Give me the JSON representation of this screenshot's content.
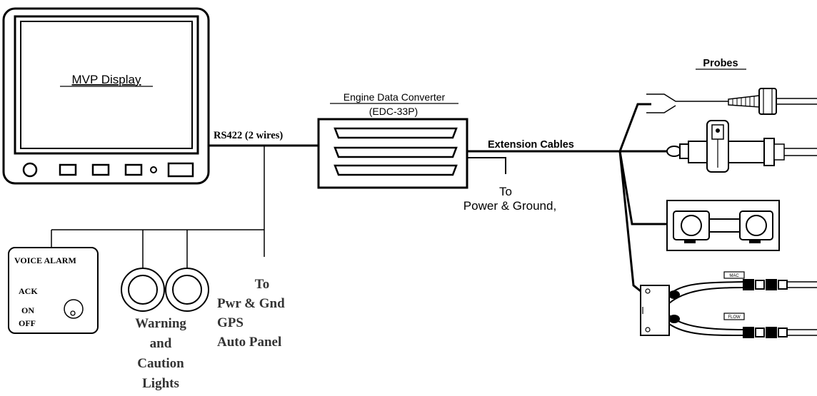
{
  "display": {
    "label": "MVP Display"
  },
  "rs422": {
    "label": "RS422 (2 wires)"
  },
  "converter": {
    "title": "Engine Data Converter",
    "model": "(EDC-33P)"
  },
  "extension": {
    "label": "Extension Cables"
  },
  "power_note": {
    "line1": "To",
    "line2": "Power & Ground,"
  },
  "probes": {
    "label": "Probes"
  },
  "voice_alarm": {
    "title": "VOICE ALARM",
    "ack": "ACK",
    "on": "ON",
    "off": "OFF"
  },
  "lights": {
    "line1": "Warning",
    "line2": "and",
    "line3": "Caution",
    "line4": "Lights"
  },
  "outputs": {
    "line1": "To",
    "line2": "Pwr & Gnd",
    "line3": "GPS",
    "line4": "Auto Panel"
  },
  "fuel_block": {
    "label_top": "MAC",
    "label_bottom": "FLOW"
  }
}
